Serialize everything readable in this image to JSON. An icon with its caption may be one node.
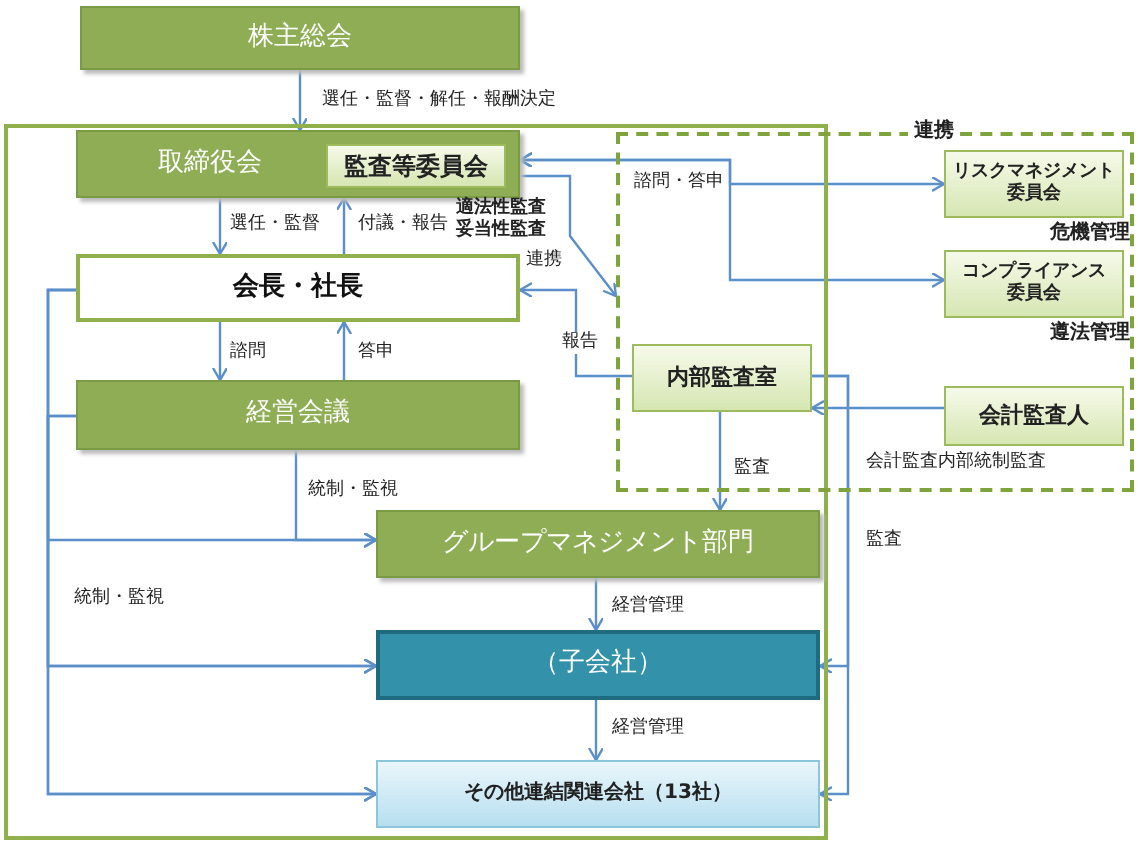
{
  "diagram": {
    "nodes": [
      {
        "text": [
          "株主総会"
        ]
      },
      {
        "text": [],
        "shape": "box"
      },
      {
        "text": [
          "連携"
        ]
      },
      {
        "text": [
          "取締役会"
        ],
        "in": 1
      },
      {
        "text": [
          "監査等委員会"
        ],
        "in": 3,
        "beside": [
          "適法性監査妥当性監査"
        ]
      },
      {
        "text": [
          "会長・社長"
        ],
        "in": 1
      },
      {
        "text": [
          "経営会議"
        ],
        "in": 1
      },
      {
        "text": [
          "内部監査室"
        ]
      },
      {
        "text": [
          "リスクマネジメント委員会"
        ],
        "in": 2,
        "beside": [
          "危機管理"
        ]
      },
      {
        "text": [
          "コンプライアンス委員会"
        ],
        "in": 2,
        "beside": [
          "遵法管理"
        ]
      },
      {
        "text": [
          "会計監査人"
        ],
        "in": 2
      },
      {
        "text": [
          "グループマネジメント部門"
        ],
        "in": 1
      },
      {
        "text": [
          "（子会社）"
        ],
        "in": 1
      },
      {
        "text": [
          "その他連結関連会社（13社）"
        ],
        "in": 1
      }
    ],
    "edges": [
      {
        "from": 0,
        "to": 3,
        "arrow": "to",
        "label": "選任・監督・解任・報酬決定"
      },
      {
        "from": 3,
        "to": 5,
        "arrow": "to",
        "label": "選任・監督"
      },
      {
        "from": 5,
        "to": 3,
        "arrow": "to",
        "label": "付議・報告"
      },
      {
        "from": 5,
        "to": 6,
        "arrow": "to",
        "label": "諮問"
      },
      {
        "from": 6,
        "to": 5,
        "arrow": "to",
        "label": "答申"
      },
      {
        "from": 3,
        "to": 8,
        "arrow": "both",
        "label": "諮問・答申"
      },
      {
        "from": 3,
        "to": 9,
        "arrow": "both"
      },
      {
        "from": 4,
        "to": 2,
        "arrow": "both",
        "label": "連携"
      },
      {
        "from": 7,
        "to": 5,
        "arrow": "to",
        "label": "報告"
      },
      {
        "from": 7,
        "to": 11,
        "arrow": "to",
        "label": "監査"
      },
      {
        "from": 7,
        "to": 12,
        "arrow": "to",
        "label": "監査"
      },
      {
        "from": 7,
        "to": 13,
        "arrow": "to"
      },
      {
        "from": 10,
        "to": 7,
        "arrow": "to",
        "label": "会計監査内部統制監査"
      },
      {
        "from": 11,
        "to": 12,
        "arrow": "to",
        "label": "経営管理"
      },
      {
        "from": 12,
        "to": 13,
        "arrow": "to",
        "label": "経営管理"
      },
      {
        "from": 6,
        "to": 11,
        "arrow": "to",
        "label": "統制・監視"
      },
      {
        "from": 5,
        "to": 11,
        "arrow": "to"
      },
      {
        "from": 5,
        "to": 12,
        "arrow": "to",
        "label": "統制・監視"
      },
      {
        "from": 5,
        "to": 13,
        "arrow": "to"
      },
      {
        "from": 6,
        "to": 12,
        "arrow": "to"
      },
      {
        "from": 6,
        "to": 13,
        "arrow": "to"
      }
    ]
  }
}
